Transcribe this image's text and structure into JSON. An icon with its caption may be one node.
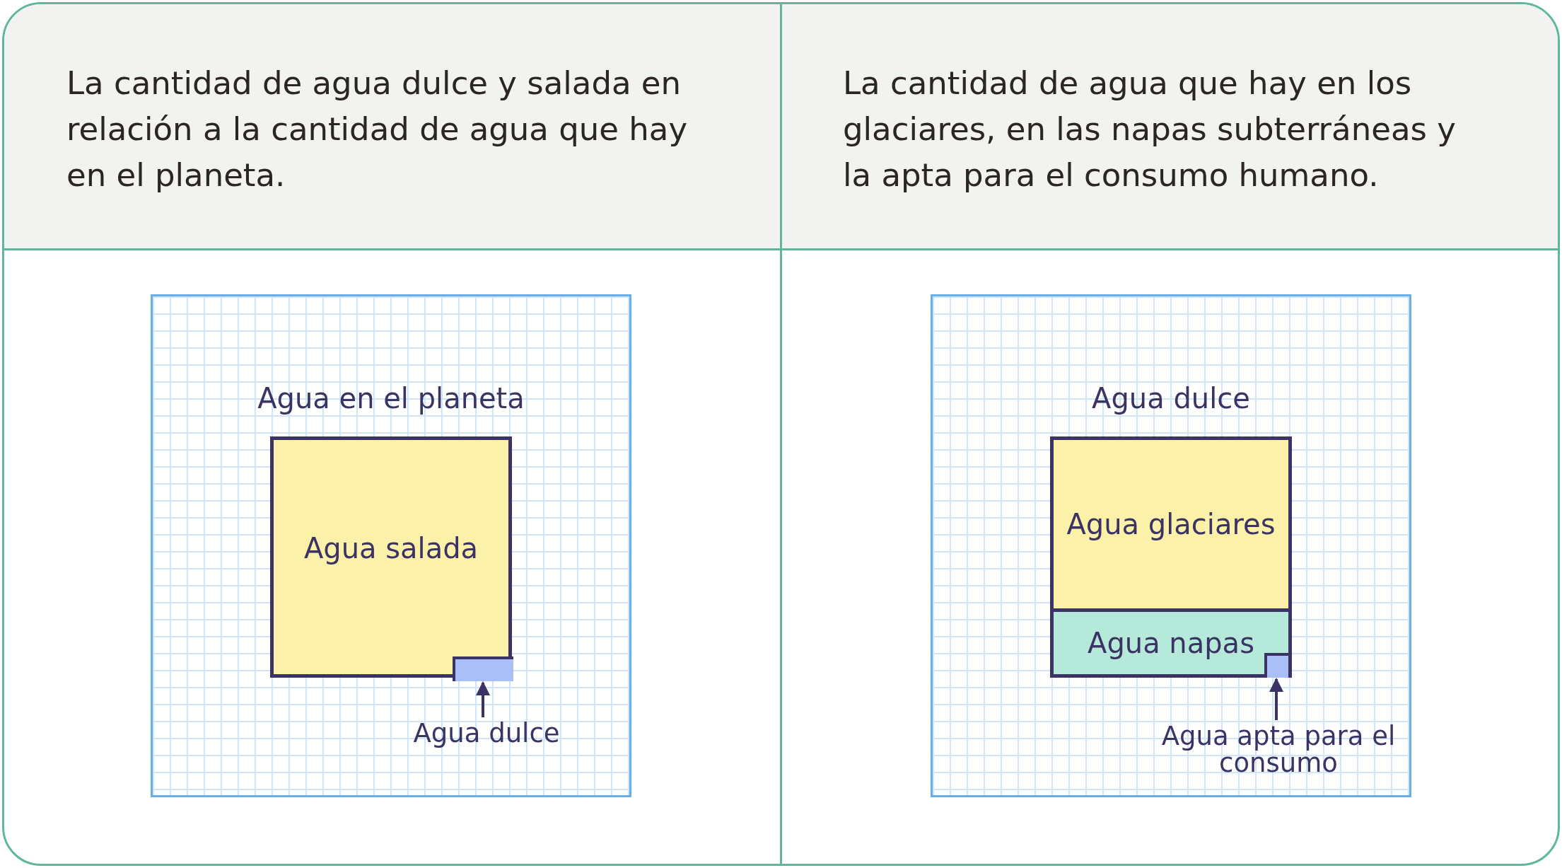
{
  "diagram": {
    "nodes": [
      {
        "text": [
          "Agua en el planeta",
          "Agua salada"
        ]
      },
      {
        "text": [],
        "shape": "box",
        "in": 0
      },
      {
        "text": [
          "Agua dulce"
        ]
      },
      {
        "text": [
          "Agua dulce"
        ]
      },
      {
        "text": [
          "Agua glaciares"
        ],
        "in": 3
      },
      {
        "text": [
          "Agua napas"
        ],
        "in": 3
      },
      {
        "text": [],
        "shape": "box",
        "in": 5
      },
      {
        "text": [
          "Agua apta para el consumo"
        ]
      }
    ],
    "edges": [
      {
        "from": 2,
        "to": 1,
        "arrow": "to"
      },
      {
        "from": 7,
        "to": 6,
        "arrow": "to"
      }
    ],
    "labels": [
      "La cantidad de agua dulce y salada en relación a la cantidad de agua que hay en el planeta.",
      "La cantidad de agua que hay en los glaciares, en las napas subterráneas y la apta para el consumo humano."
    ]
  }
}
